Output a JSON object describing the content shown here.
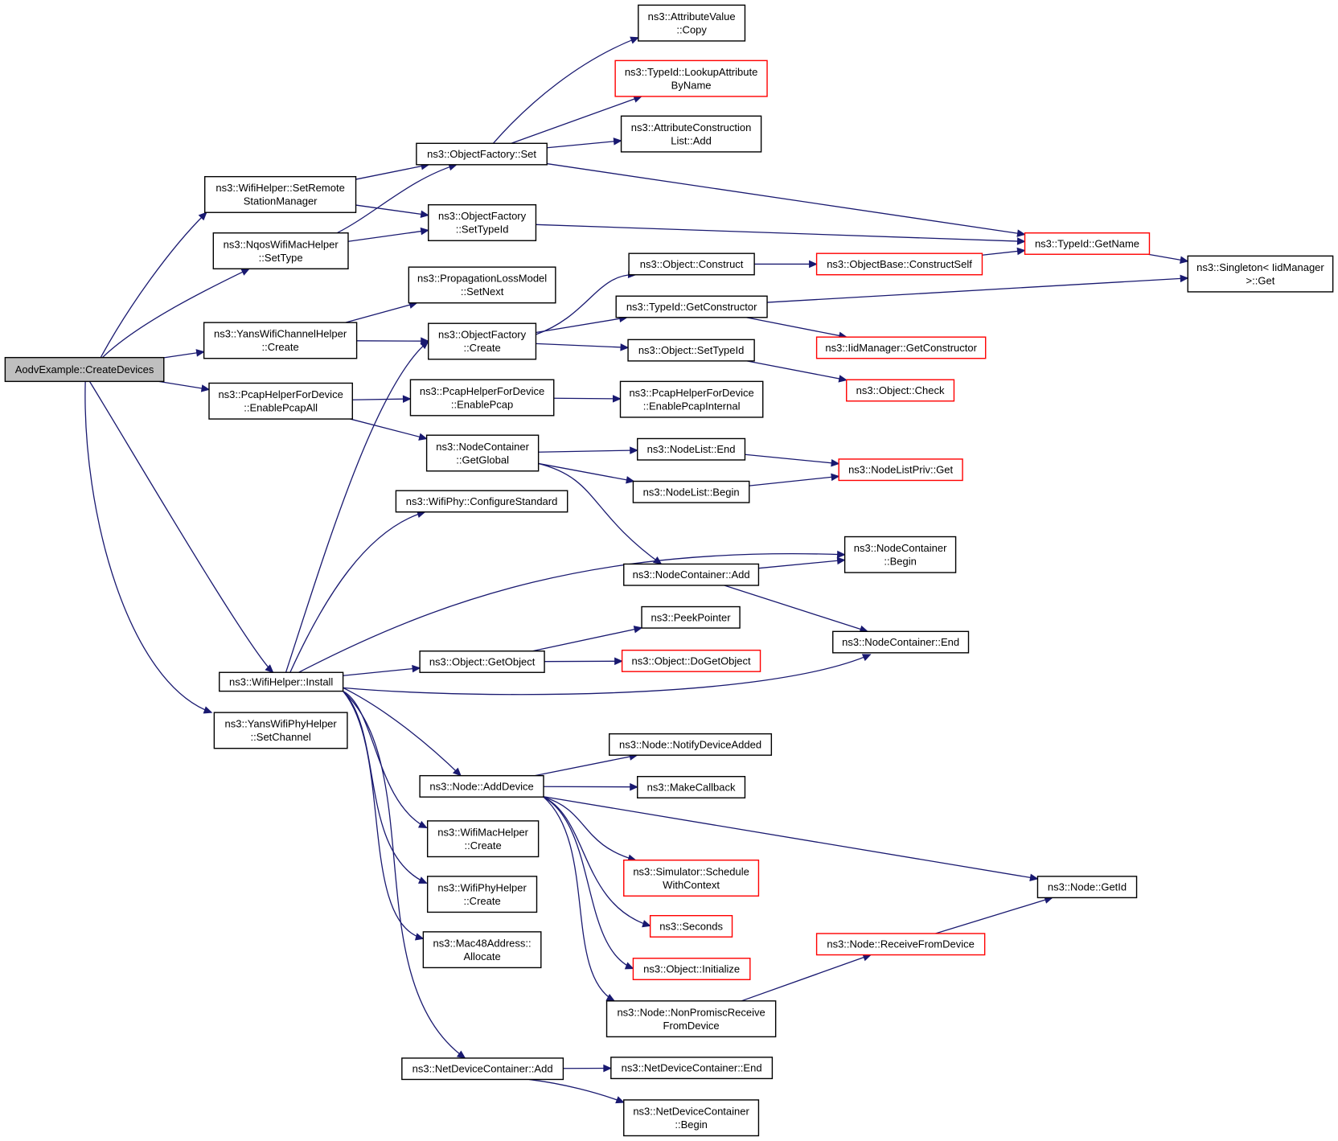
{
  "diagram": {
    "colors": {
      "edge": "#191970",
      "root_fill": "#bfbfbf",
      "incomplete_border": "#ff0000",
      "node_border": "#000000"
    },
    "nodes": [
      {
        "id": "root",
        "lines": [
          "AodvExample::CreateDevices"
        ]
      },
      {
        "id": "setremote",
        "lines": [
          "ns3::WifiHelper::SetRemote",
          "StationManager"
        ]
      },
      {
        "id": "nqosSetType",
        "lines": [
          "ns3::NqosWifiMacHelper",
          "::SetType"
        ]
      },
      {
        "id": "yansChanCreate",
        "lines": [
          "ns3::YansWifiChannelHelper",
          "::Create"
        ]
      },
      {
        "id": "pcapAll",
        "lines": [
          "ns3::PcapHelperForDevice",
          "::EnablePcapAll"
        ]
      },
      {
        "id": "wifiInstall",
        "lines": [
          "ns3::WifiHelper::Install"
        ]
      },
      {
        "id": "yansPhySetChannel",
        "lines": [
          "ns3::YansWifiPhyHelper",
          "::SetChannel"
        ]
      },
      {
        "id": "ofSet",
        "lines": [
          "ns3::ObjectFactory::Set"
        ]
      },
      {
        "id": "ofSetTypeId",
        "lines": [
          "ns3::ObjectFactory",
          "::SetTypeId"
        ]
      },
      {
        "id": "propSetNext",
        "lines": [
          "ns3::PropagationLossModel",
          "::SetNext"
        ]
      },
      {
        "id": "ofCreate",
        "lines": [
          "ns3::ObjectFactory",
          "::Create"
        ]
      },
      {
        "id": "pcapEnable",
        "lines": [
          "ns3::PcapHelperForDevice",
          "::EnablePcap"
        ]
      },
      {
        "id": "ncGetGlobal",
        "lines": [
          "ns3::NodeContainer",
          "::GetGlobal"
        ]
      },
      {
        "id": "wifiPhyConfigure",
        "lines": [
          "ns3::WifiPhy::ConfigureStandard"
        ]
      },
      {
        "id": "objGetObject",
        "lines": [
          "ns3::Object::GetObject"
        ]
      },
      {
        "id": "nodeAddDevice",
        "lines": [
          "ns3::Node::AddDevice"
        ]
      },
      {
        "id": "wifiMacCreate",
        "lines": [
          "ns3::WifiMacHelper",
          "::Create"
        ]
      },
      {
        "id": "wifiPhyCreate",
        "lines": [
          "ns3::WifiPhyHelper",
          "::Create"
        ]
      },
      {
        "id": "macAllocate",
        "lines": [
          "ns3::Mac48Address::",
          "Allocate"
        ]
      },
      {
        "id": "ndcAdd",
        "lines": [
          "ns3::NetDeviceContainer::Add"
        ]
      },
      {
        "id": "attrCopy",
        "lines": [
          "ns3::AttributeValue",
          "::Copy"
        ]
      },
      {
        "id": "lookupAttr",
        "lines": [
          "ns3::TypeId::LookupAttribute",
          "ByName"
        ],
        "red": true
      },
      {
        "id": "attrConsAdd",
        "lines": [
          "ns3::AttributeConstruction",
          "List::Add"
        ]
      },
      {
        "id": "objConstruct",
        "lines": [
          "ns3::Object::Construct"
        ]
      },
      {
        "id": "typeGetCons",
        "lines": [
          "ns3::TypeId::GetConstructor"
        ]
      },
      {
        "id": "objSetTypeId",
        "lines": [
          "ns3::Object::SetTypeId"
        ]
      },
      {
        "id": "pcapInternal",
        "lines": [
          "ns3::PcapHelperForDevice",
          "::EnablePcapInternal"
        ]
      },
      {
        "id": "nlEnd",
        "lines": [
          "ns3::NodeList::End"
        ]
      },
      {
        "id": "nlBegin",
        "lines": [
          "ns3::NodeList::Begin"
        ]
      },
      {
        "id": "ncAdd",
        "lines": [
          "ns3::NodeContainer::Add"
        ]
      },
      {
        "id": "peekPointer",
        "lines": [
          "ns3::PeekPointer"
        ]
      },
      {
        "id": "doGetObject",
        "lines": [
          "ns3::Object::DoGetObject"
        ],
        "red": true
      },
      {
        "id": "notifyDevAdded",
        "lines": [
          "ns3::Node::NotifyDeviceAdded"
        ]
      },
      {
        "id": "makeCallback",
        "lines": [
          "ns3::MakeCallback"
        ]
      },
      {
        "id": "scheduleCtx",
        "lines": [
          "ns3::Simulator::Schedule",
          "WithContext"
        ],
        "red": true
      },
      {
        "id": "seconds",
        "lines": [
          "ns3::Seconds"
        ],
        "red": true
      },
      {
        "id": "objInitialize",
        "lines": [
          "ns3::Object::Initialize"
        ],
        "red": true
      },
      {
        "id": "nonPromisc",
        "lines": [
          "ns3::Node::NonPromiscReceive",
          "FromDevice"
        ]
      },
      {
        "id": "ndcEnd",
        "lines": [
          "ns3::NetDeviceContainer::End"
        ]
      },
      {
        "id": "ndcBegin",
        "lines": [
          "ns3::NetDeviceContainer",
          "::Begin"
        ]
      },
      {
        "id": "constructSelf",
        "lines": [
          "ns3::ObjectBase::ConstructSelf"
        ],
        "red": true
      },
      {
        "id": "iidGetCons",
        "lines": [
          "ns3::IidManager::GetConstructor"
        ],
        "red": true
      },
      {
        "id": "objCheck",
        "lines": [
          "ns3::Object::Check"
        ],
        "red": true
      },
      {
        "id": "nlPrivGet",
        "lines": [
          "ns3::NodeListPriv::Get"
        ],
        "red": true
      },
      {
        "id": "ncBegin",
        "lines": [
          "ns3::NodeContainer",
          "::Begin"
        ]
      },
      {
        "id": "ncEnd",
        "lines": [
          "ns3::NodeContainer::End"
        ]
      },
      {
        "id": "nodeGetId",
        "lines": [
          "ns3::Node::GetId"
        ]
      },
      {
        "id": "receiveFromDev",
        "lines": [
          "ns3::Node::ReceiveFromDevice"
        ],
        "red": true
      },
      {
        "id": "typeGetName",
        "lines": [
          "ns3::TypeId::GetName"
        ],
        "red": true
      },
      {
        "id": "singletonGet",
        "lines": [
          "ns3::Singleton< IidManager",
          ">::Get"
        ]
      }
    ],
    "edges": [
      [
        "root",
        "setremote"
      ],
      [
        "root",
        "nqosSetType"
      ],
      [
        "root",
        "yansChanCreate"
      ],
      [
        "root",
        "pcapAll"
      ],
      [
        "root",
        "wifiInstall"
      ],
      [
        "root",
        "yansPhySetChannel"
      ],
      [
        "setremote",
        "ofSet"
      ],
      [
        "setremote",
        "ofSetTypeId"
      ],
      [
        "nqosSetType",
        "ofSet"
      ],
      [
        "nqosSetType",
        "ofSetTypeId"
      ],
      [
        "yansChanCreate",
        "propSetNext"
      ],
      [
        "yansChanCreate",
        "ofCreate"
      ],
      [
        "pcapAll",
        "pcapEnable"
      ],
      [
        "pcapAll",
        "ncGetGlobal"
      ],
      [
        "ofSet",
        "attrCopy"
      ],
      [
        "ofSet",
        "lookupAttr"
      ],
      [
        "ofSet",
        "attrConsAdd"
      ],
      [
        "ofSet",
        "typeGetName"
      ],
      [
        "ofSetTypeId",
        "typeGetName"
      ],
      [
        "ofCreate",
        "objConstruct"
      ],
      [
        "ofCreate",
        "typeGetCons"
      ],
      [
        "ofCreate",
        "objSetTypeId"
      ],
      [
        "pcapEnable",
        "pcapInternal"
      ],
      [
        "ncGetGlobal",
        "nlEnd"
      ],
      [
        "ncGetGlobal",
        "nlBegin"
      ],
      [
        "ncGetGlobal",
        "ncAdd"
      ],
      [
        "objConstruct",
        "constructSelf"
      ],
      [
        "constructSelf",
        "typeGetName"
      ],
      [
        "typeGetCons",
        "singletonGet"
      ],
      [
        "typeGetCons",
        "iidGetCons"
      ],
      [
        "objSetTypeId",
        "objCheck"
      ],
      [
        "typeGetName",
        "singletonGet"
      ],
      [
        "nlEnd",
        "nlPrivGet"
      ],
      [
        "nlBegin",
        "nlPrivGet"
      ],
      [
        "ncAdd",
        "ncBegin"
      ],
      [
        "ncAdd",
        "ncEnd"
      ],
      [
        "wifiInstall",
        "ofCreate"
      ],
      [
        "wifiInstall",
        "wifiPhyConfigure"
      ],
      [
        "wifiInstall",
        "ncBegin"
      ],
      [
        "wifiInstall",
        "objGetObject"
      ],
      [
        "wifiInstall",
        "ncEnd"
      ],
      [
        "wifiInstall",
        "nodeAddDevice"
      ],
      [
        "wifiInstall",
        "wifiMacCreate"
      ],
      [
        "wifiInstall",
        "wifiPhyCreate"
      ],
      [
        "wifiInstall",
        "macAllocate"
      ],
      [
        "wifiInstall",
        "ndcAdd"
      ],
      [
        "objGetObject",
        "peekPointer"
      ],
      [
        "objGetObject",
        "doGetObject"
      ],
      [
        "nodeAddDevice",
        "notifyDevAdded"
      ],
      [
        "nodeAddDevice",
        "makeCallback"
      ],
      [
        "nodeAddDevice",
        "nodeGetId"
      ],
      [
        "nodeAddDevice",
        "scheduleCtx"
      ],
      [
        "nodeAddDevice",
        "seconds"
      ],
      [
        "nodeAddDevice",
        "objInitialize"
      ],
      [
        "nodeAddDevice",
        "nonPromisc"
      ],
      [
        "nonPromisc",
        "receiveFromDev"
      ],
      [
        "receiveFromDev",
        "nodeGetId"
      ],
      [
        "ndcAdd",
        "ndcEnd"
      ],
      [
        "ndcAdd",
        "ndcBegin"
      ]
    ]
  }
}
